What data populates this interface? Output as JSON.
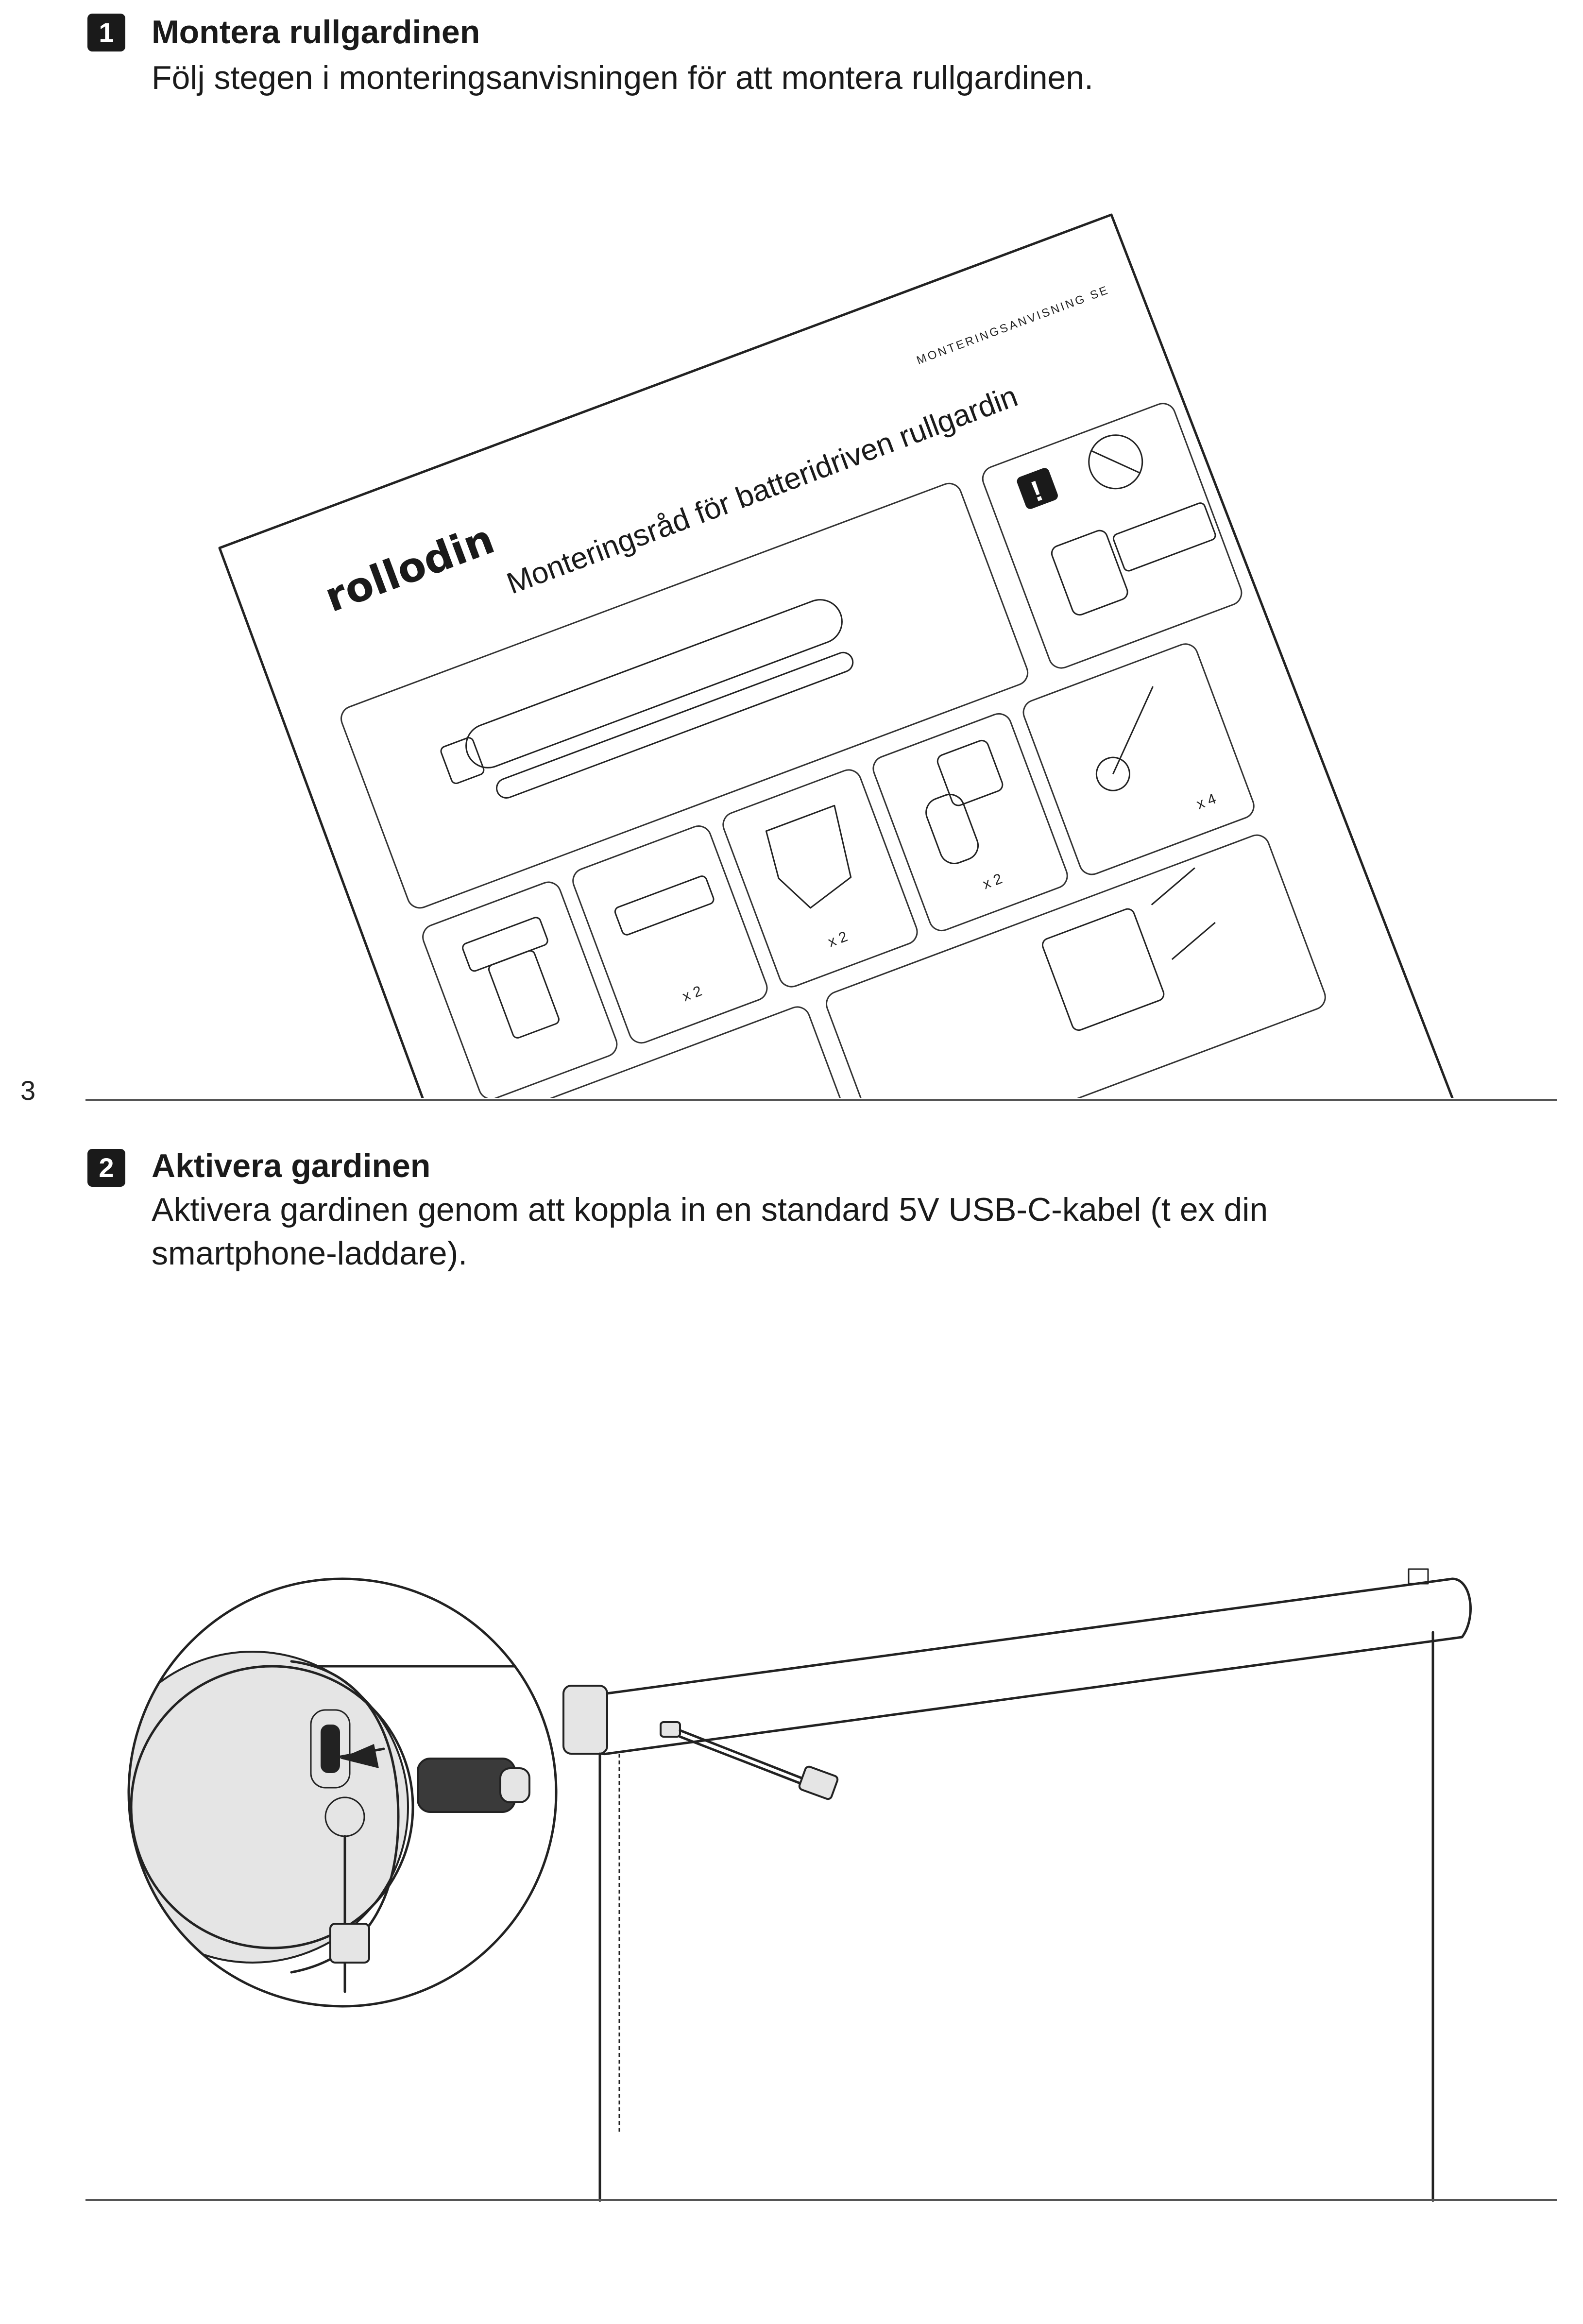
{
  "step1": {
    "number": "1",
    "title": "Montera rullgardinen",
    "description": "Följ stegen i monteringsanvisningen för att montera rullgardinen."
  },
  "manual": {
    "header": "MONTERINGSANVISNING SE",
    "logo": "rollodin",
    "title": "Monteringsråd för batteridriven rullgardin",
    "warning": "!",
    "counts": {
      "brackets": "x 2",
      "clips": "x 2",
      "end_plugs": "x 2",
      "screws": "x 4"
    }
  },
  "page_number": "3",
  "step2": {
    "number": "2",
    "title": "Aktivera gardinen",
    "description_line1": "Aktivera gardinen genom att koppla in en standard 5V USB-C-kabel (t ex din",
    "description_line2": "smartphone-laddare)."
  }
}
